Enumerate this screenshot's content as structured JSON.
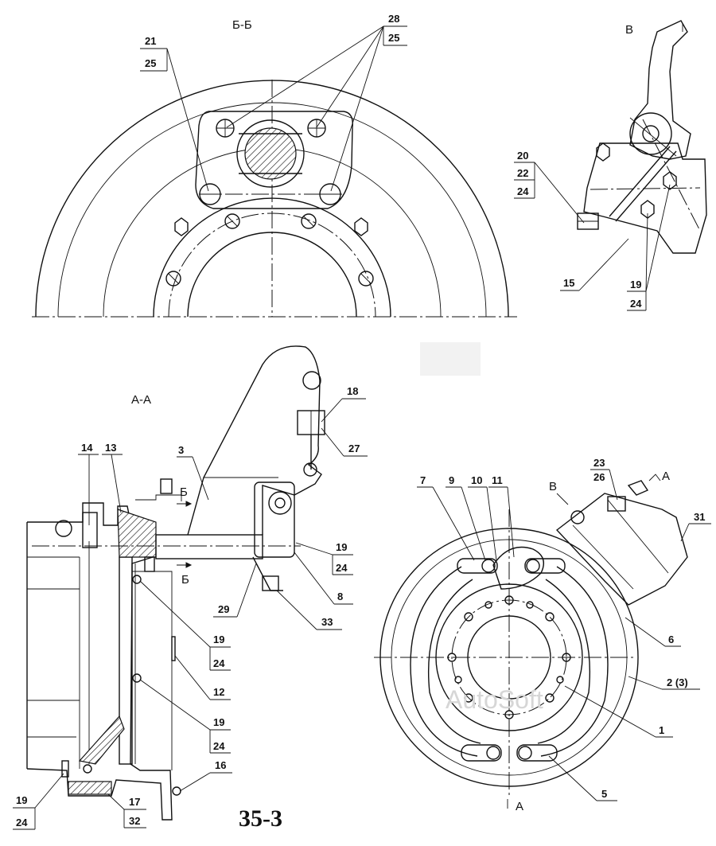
{
  "views": {
    "section_bb": "Б-Б",
    "view_v": "В",
    "section_aa": "А-А"
  },
  "figure_number": "35-3",
  "watermark": "AutoSoft",
  "section_markers": {
    "b_top": "Б",
    "b_bottom": "Б",
    "a_top": "А",
    "a_bottom": "А",
    "v_arrow": "В"
  },
  "callouts": {
    "c21": "21",
    "c25a": "25",
    "c28": "28",
    "c25b": "25",
    "c20": "20",
    "c22": "22",
    "c24a": "24",
    "c15": "15",
    "c19a": "19",
    "c24b": "24",
    "c18": "18",
    "c27": "27",
    "c3": "3",
    "c14": "14",
    "c13": "13",
    "c19b": "19",
    "c24c": "24",
    "c8": "8",
    "c29": "29",
    "c33": "33",
    "c19c": "19",
    "c24d": "24",
    "c12": "12",
    "c19d": "19",
    "c24e": "24",
    "c16": "16",
    "c19e": "19",
    "c24f": "24",
    "c17": "17",
    "c32": "32",
    "c23": "23",
    "c26": "26",
    "c7": "7",
    "c9": "9",
    "c10": "10",
    "c11": "11",
    "c31": "31",
    "c6": "6",
    "c2": "2 (3)",
    "c1": "1",
    "c5": "5"
  }
}
